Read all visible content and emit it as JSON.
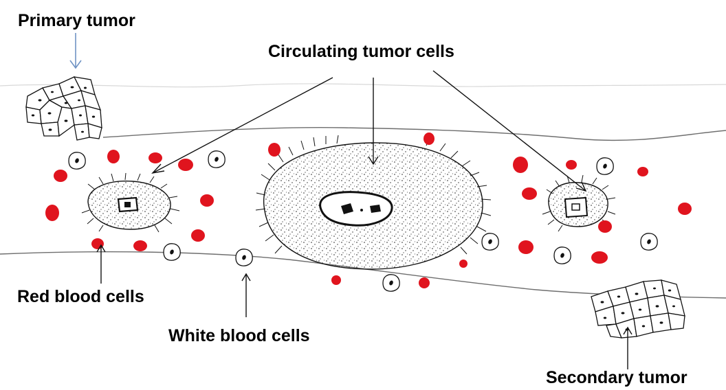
{
  "labels": {
    "primary_tumor": "Primary tumor",
    "circulating_tumor_cells": "Circulating tumor cells",
    "red_blood_cells": "Red blood cells",
    "white_blood_cells": "White blood cells",
    "secondary_tumor": "Secondary tumor"
  },
  "colors": {
    "red_blood_cell": "#e0141e",
    "primary_arrow": "#6f93c4",
    "ink": "#000000"
  }
}
